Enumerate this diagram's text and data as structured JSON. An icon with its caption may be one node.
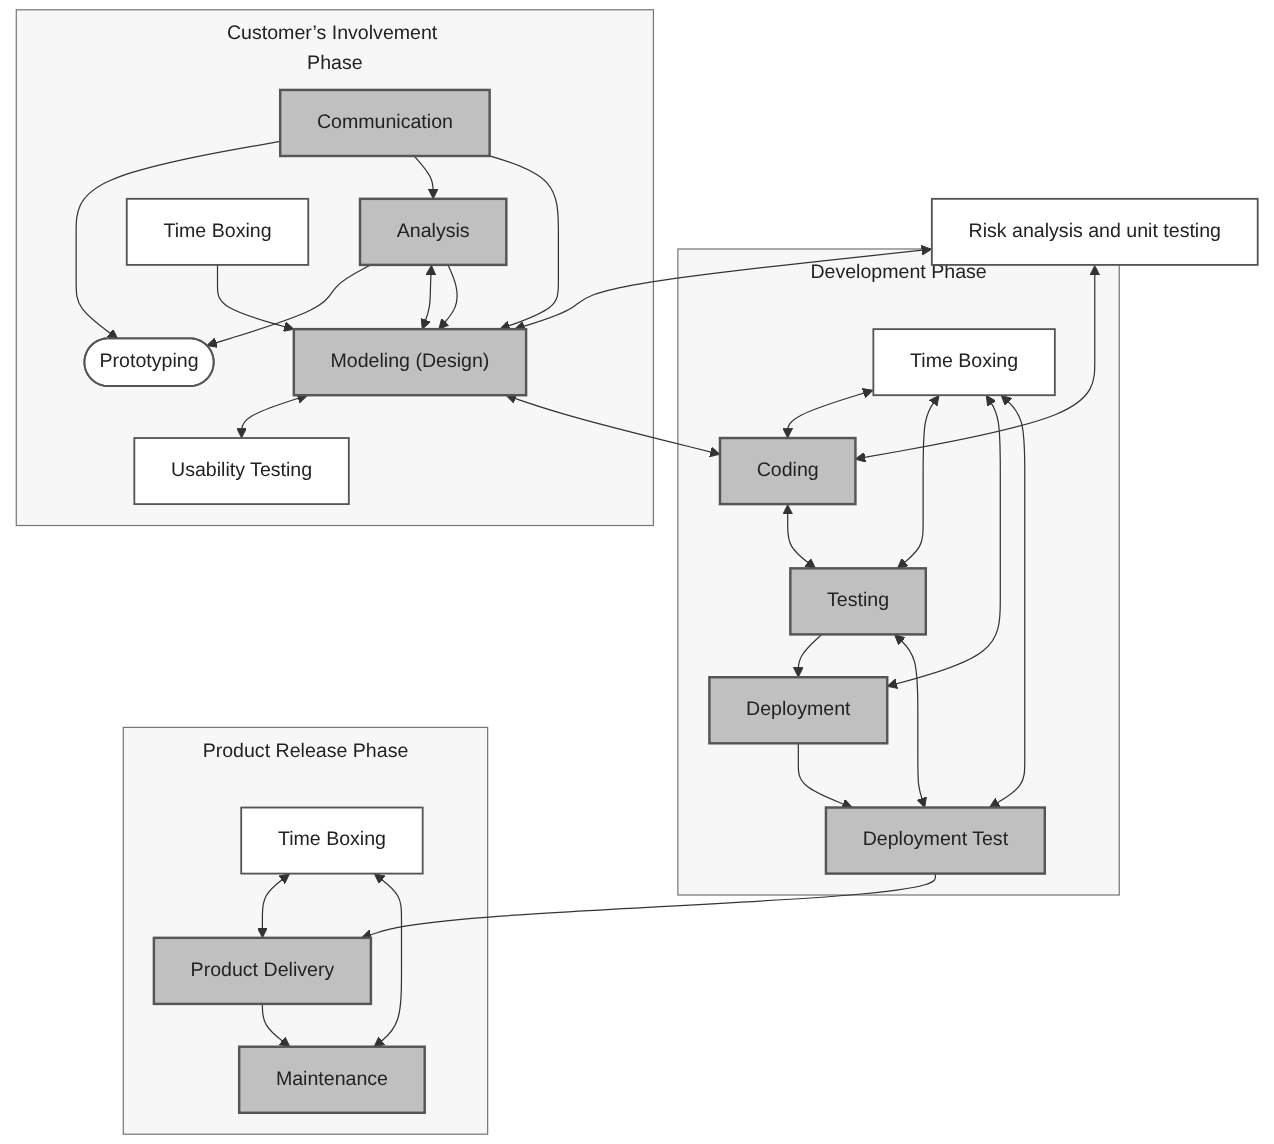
{
  "diagram": {
    "nodes": [
      {
        "text": [
          "Customer’s Involvement Phase"
        ]
      },
      {
        "text": [
          "Prototyping"
        ],
        "in": 0
      },
      {
        "text": [
          "Communication"
        ],
        "in": 0
      },
      {
        "text": [
          "Analysis"
        ],
        "in": 0
      },
      {
        "text": [
          "Modeling (Design)"
        ],
        "in": 0
      },
      {
        "text": [
          "Time Boxing"
        ],
        "in": 0
      },
      {
        "text": [
          "Usability Testing"
        ],
        "in": 0
      },
      {
        "text": [
          "Risk analysis and unit testing"
        ]
      },
      {
        "text": [
          "Development Phase"
        ]
      },
      {
        "text": [
          "Coding"
        ],
        "in": 8
      },
      {
        "text": [
          "Testing"
        ],
        "in": 8
      },
      {
        "text": [
          "Deployment"
        ],
        "in": 8
      },
      {
        "text": [
          "Deployment Test"
        ],
        "in": 8
      },
      {
        "text": [
          "Time Boxing"
        ],
        "in": 8
      },
      {
        "text": [
          "Product Release Phase"
        ]
      },
      {
        "text": [
          "Product Delivery"
        ],
        "in": 14
      },
      {
        "text": [
          "Maintenance"
        ],
        "in": 14
      },
      {
        "text": [
          "Time Boxing"
        ],
        "in": 14
      }
    ],
    "edges": [
      {
        "from": 2,
        "to": 1,
        "arrow": "to"
      },
      {
        "from": 3,
        "to": 1,
        "arrow": "to"
      },
      {
        "from": 2,
        "to": 3,
        "arrow": "to"
      },
      {
        "from": 3,
        "to": 4,
        "arrow": "both"
      },
      {
        "from": 2,
        "to": 4,
        "arrow": "to"
      },
      {
        "from": 3,
        "to": 4,
        "arrow": "to"
      },
      {
        "from": 5,
        "to": 4,
        "arrow": "to"
      },
      {
        "from": 4,
        "to": 6,
        "arrow": "both"
      },
      {
        "from": 7,
        "to": 4,
        "arrow": "both"
      },
      {
        "from": 7,
        "to": 9,
        "arrow": "both"
      },
      {
        "from": 4,
        "to": 9,
        "arrow": "both"
      },
      {
        "from": 9,
        "to": 10,
        "arrow": "both"
      },
      {
        "from": 10,
        "to": 11,
        "arrow": "to"
      },
      {
        "from": 11,
        "to": 12,
        "arrow": "to"
      },
      {
        "from": 10,
        "to": 12,
        "arrow": "both"
      },
      {
        "from": 13,
        "to": 9,
        "arrow": "both"
      },
      {
        "from": 13,
        "to": 10,
        "arrow": "both"
      },
      {
        "from": 13,
        "to": 11,
        "arrow": "both"
      },
      {
        "from": 13,
        "to": 12,
        "arrow": "both"
      },
      {
        "from": 12,
        "to": 15,
        "arrow": "to"
      },
      {
        "from": 15,
        "to": 16,
        "arrow": "to"
      },
      {
        "from": 17,
        "to": 15,
        "arrow": "both"
      },
      {
        "from": 17,
        "to": 16,
        "arrow": "both"
      }
    ]
  }
}
